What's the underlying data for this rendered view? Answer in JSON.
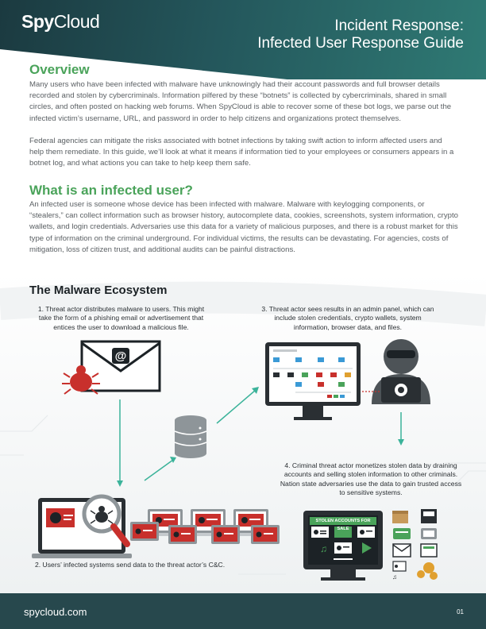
{
  "header": {
    "logo_bold": "Spy",
    "logo_light": "Cloud",
    "title_line1": "Incident Response:",
    "title_line2": "Infected User Response Guide"
  },
  "overview": {
    "heading": "Overview",
    "p1": "Many users who have been infected with malware have unknowingly had their account passwords and full browser details recorded and stolen by cybercriminals. Information pilfered by these “botnets” is collected by cybercriminals, shared in small circles, and often posted on hacking web forums. When SpyCloud is able to recover some of these bot logs, we parse out the infected victim’s username, URL, and password in order to help citizens and organizations protect themselves.",
    "p2": "Federal agencies can mitigate the risks associated with botnet infections by taking swift action to inform affected users and help them remediate. In this guide, we’ll look at what it means if information tied to your employees or consumers appears in a botnet log, and what actions you can take to help keep them safe."
  },
  "infected": {
    "heading": "What is an infected user?",
    "p1": "An infected user is someone whose device has been infected with malware. Malware with keylogging components, or “stealers,” can collect information such as browser history, autocomplete data, cookies, screenshots, system information, crypto wallets, and login credentials. Adversaries use this data for a variety of malicious purposes, and there is a robust market for this type of information on the criminal underground. For individual victims, the results can be devastating. For agencies, costs of mitigation, loss of citizen trust, and additional audits can be painful distractions."
  },
  "ecosystem": {
    "title": "The Malware Ecosystem",
    "step1": "1. Threat actor distributes malware to users. This might take the form of a phishing email or advertisement that entices the user to download a malicious file.",
    "step2": "2. Users’ infected systems send data to the threat actor’s C&C.",
    "step3": "3. Threat actor sees results in an admin panel, which can include stolen credentials, crypto wallets, system information, browser data, and files.",
    "step4": "4. Criminal threat actor monetizes stolen data by draining accounts and selling stolen information to other criminals. Nation state adversaries use the data to gain trusted access to sensitive systems.",
    "market_label": "STOLEN ACCOUNTS FOR SALE",
    "email_symbol": "@"
  },
  "footer": {
    "url": "spycloud.com",
    "page": "01"
  },
  "colors": {
    "header_dark": "#1b3a40",
    "header_teal": "#2f7a74",
    "accent_green": "#4aa35a",
    "arrow_teal": "#3bb39a",
    "alert_red": "#c8302c"
  }
}
